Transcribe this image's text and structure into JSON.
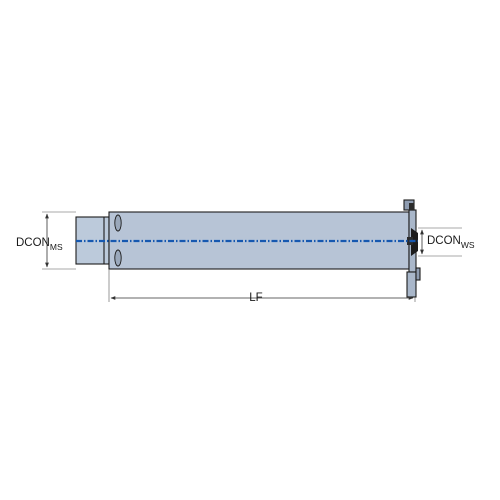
{
  "labels": {
    "dcon_ms": {
      "main": "DCON",
      "sub": "MS"
    },
    "dcon_ws": {
      "main": "DCON",
      "sub": "WS"
    },
    "lf": "LF"
  },
  "colors": {
    "body_fill": "#b7c4d6",
    "shank_fill": "#bccadb",
    "edge": "#1c1c1c",
    "centerline": "#1a66c8",
    "dimension": "#333333"
  }
}
